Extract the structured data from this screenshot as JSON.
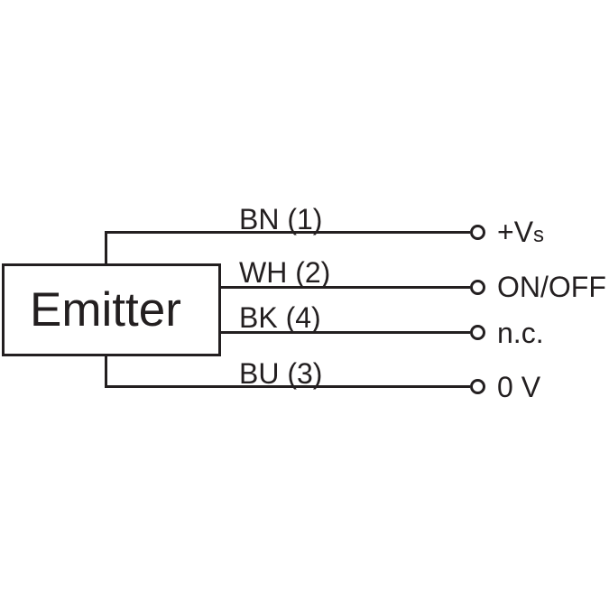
{
  "colors": {
    "line": "#231f20",
    "background": "#ffffff"
  },
  "device": {
    "label": "Emitter"
  },
  "wires": [
    {
      "label": "BN (1)",
      "terminal": {
        "main": "+V",
        "sub": "s"
      }
    },
    {
      "label": "WH (2)",
      "terminal": {
        "main": "ON/OFF",
        "sub": ""
      }
    },
    {
      "label": "BK (4)",
      "terminal": {
        "main": "n.c.",
        "sub": ""
      }
    },
    {
      "label": "BU (3)",
      "terminal": {
        "main": "0 V",
        "sub": ""
      }
    }
  ]
}
